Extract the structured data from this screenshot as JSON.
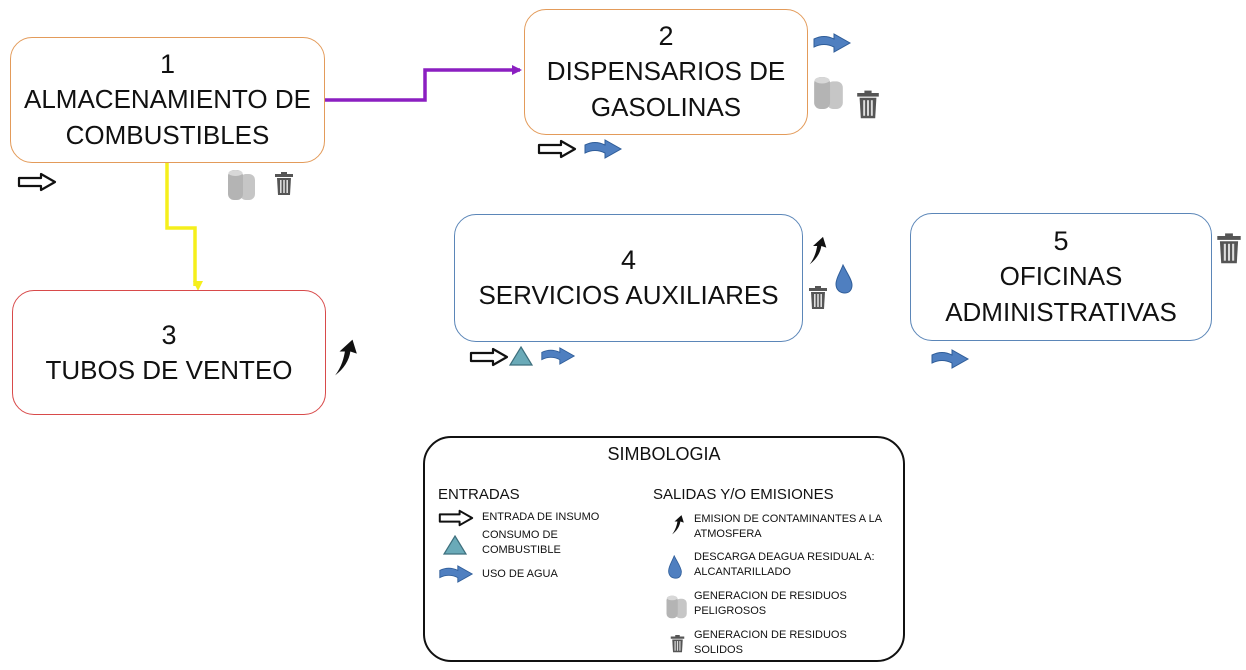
{
  "boxes": {
    "almacenamiento": {
      "number": "1",
      "title": "ALMACENAMIENTO DE COMBUSTIBLES"
    },
    "dispensarios": {
      "number": "2",
      "title": "DISPENSARIOS DE GASOLINAS"
    },
    "tubos": {
      "number": "3",
      "title": "TUBOS DE VENTEO"
    },
    "servicios": {
      "number": "4",
      "title": "SERVICIOS AUXILIARES"
    },
    "oficinas": {
      "number": "5",
      "title": "OFICINAS ADMINISTRATIVAS"
    }
  },
  "colors": {
    "box1_border": "#e39b5a",
    "box2_border": "#e39b5a",
    "box3_border": "#d84a4a",
    "box4_border": "#5b86b8",
    "box5_border": "#5b86b8",
    "link_1_to_2": "#8b1fc1",
    "link_1_to_3": "#f5ef1c",
    "water": "#4f7fc0",
    "fuel": "#6aaab8",
    "trash": "#555555",
    "hazard": "#bdbdbd"
  },
  "legend": {
    "title": "SIMBOLOGIA",
    "entradas": {
      "heading": "ENTRADAS",
      "items": [
        {
          "icon": "input-arrow-icon",
          "label": "ENTRADA DE INSUMO"
        },
        {
          "icon": "fuel-triangle-icon",
          "label": "CONSUMO DE COMBUSTIBLE"
        },
        {
          "icon": "water-arrow-icon",
          "label": "USO DE AGUA"
        }
      ]
    },
    "salidas": {
      "heading": "SALIDAS Y/O EMISIONES",
      "items": [
        {
          "icon": "emission-arrow-icon",
          "label": "EMISION DE CONTAMINANTES A LA ATMOSFERA"
        },
        {
          "icon": "water-drop-icon",
          "label": "DESCARGA DEAGUA RESIDUAL A: ALCANTARILLADO"
        },
        {
          "icon": "hazardous-barrels-icon",
          "label": "GENERACION DE RESIDUOS PELIGROSOS"
        },
        {
          "icon": "trash-can-icon",
          "label": "GENERACION DE RESIDUOS SOLIDOS"
        }
      ]
    }
  }
}
